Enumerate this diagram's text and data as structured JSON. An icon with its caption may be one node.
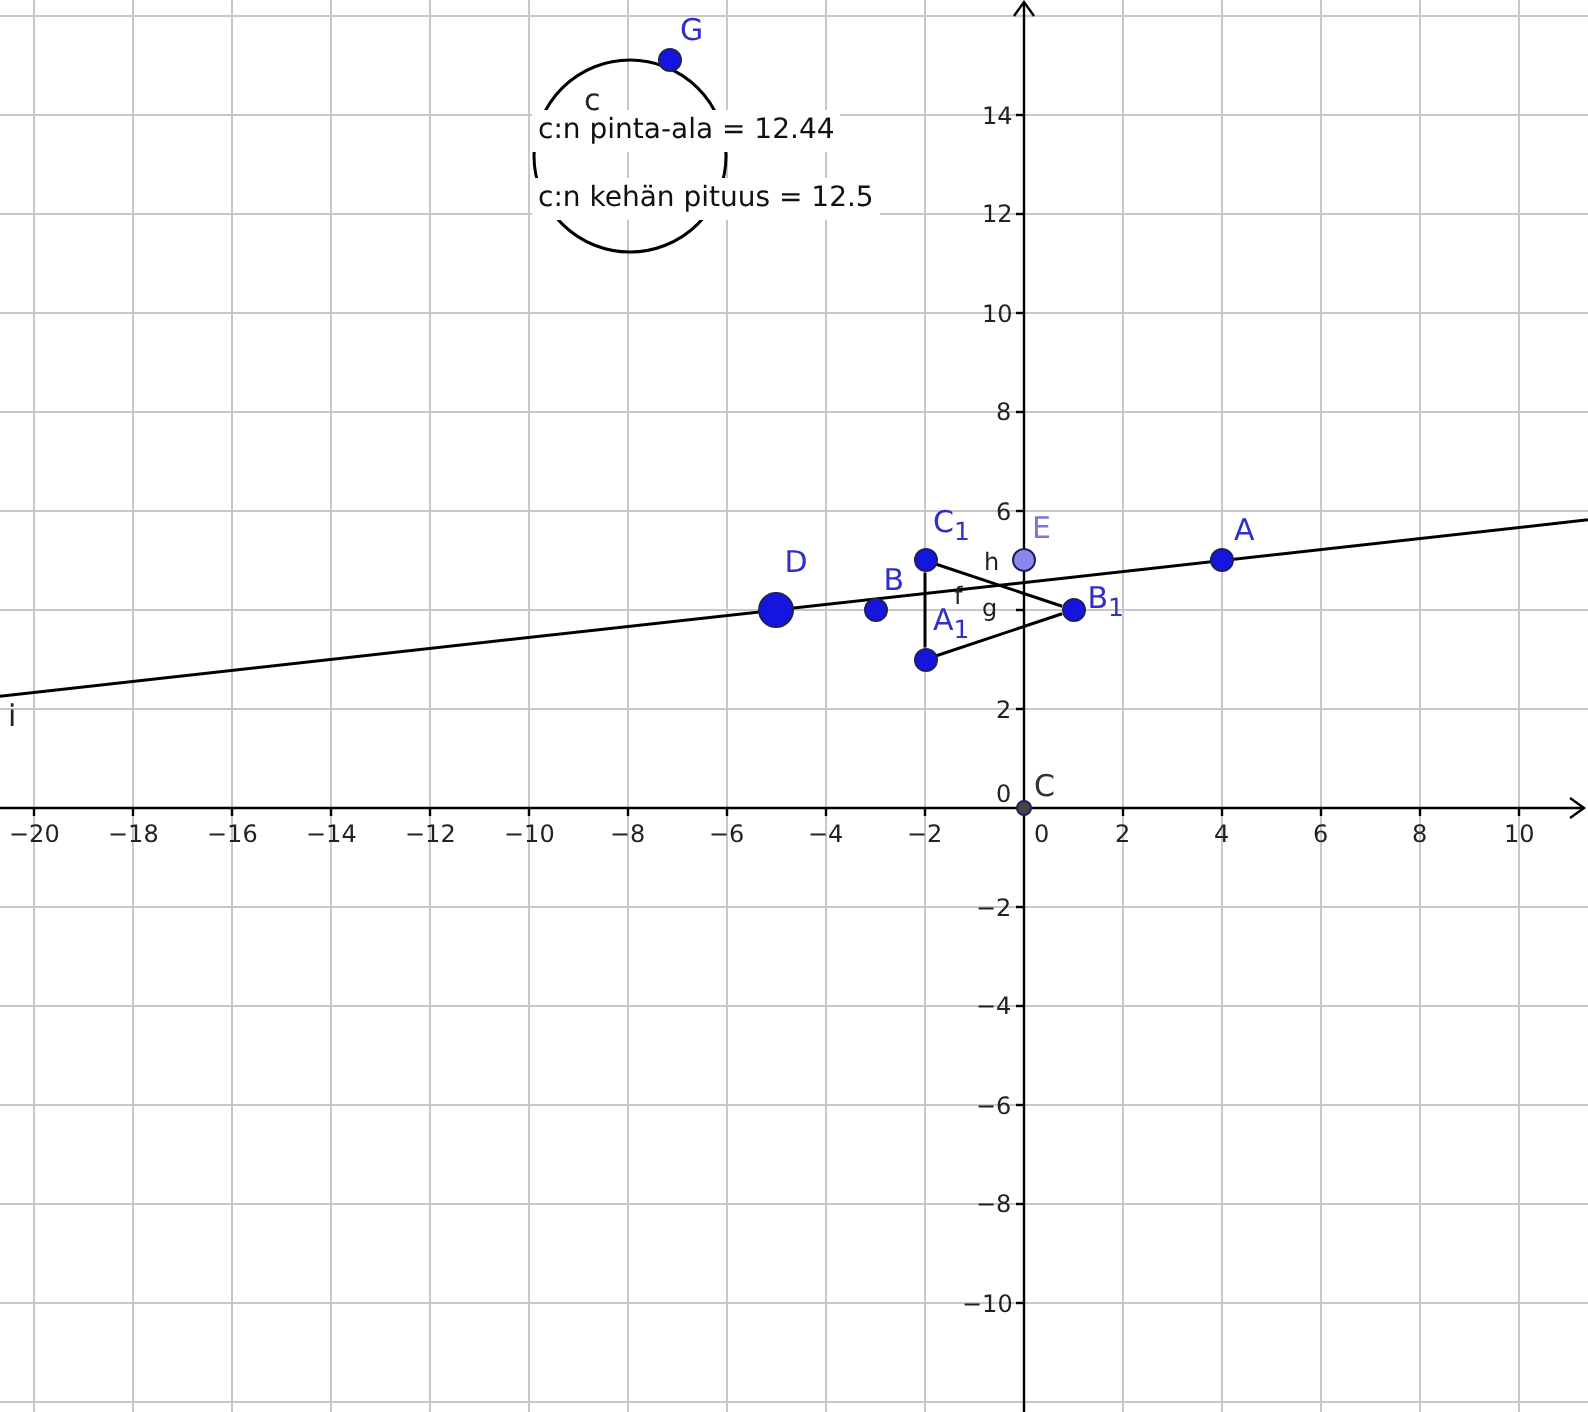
{
  "diagram": {
    "nodes": [
      {
        "text": [
          "A"
        ]
      },
      {
        "text": [
          "B"
        ]
      },
      {
        "text": [
          "C"
        ]
      },
      {
        "text": [
          "D"
        ]
      },
      {
        "text": [
          "E"
        ]
      },
      {
        "text": [
          "A$_{1}$"
        ]
      },
      {
        "text": [
          "B$_{1}$"
        ]
      },
      {
        "text": [
          "C$_{1}$"
        ]
      },
      {
        "text": [
          "G"
        ]
      }
    ],
    "edges": [
      {
        "from": 5,
        "to": 7,
        "arrow": "none"
      },
      {
        "from": 7,
        "to": 6,
        "arrow": "none"
      },
      {
        "from": 6,
        "to": 5,
        "arrow": "none"
      }
    ],
    "labels": [
      "c:n pinta-ala = 12.44",
      "c:n kehän pituus = 12.5",
      "c",
      "f",
      "h",
      "g",
      "i",
      "14",
      "12",
      "10",
      "8",
      "6",
      "2",
      "0",
      "−20",
      "−18",
      "−16",
      "−14",
      "−12",
      "−10",
      "−8",
      "−6",
      "−4",
      "−2",
      "0",
      "2",
      "4",
      "6",
      "8",
      "10",
      "−2",
      "−4",
      "−6",
      "−8",
      "−10"
    ]
  }
}
